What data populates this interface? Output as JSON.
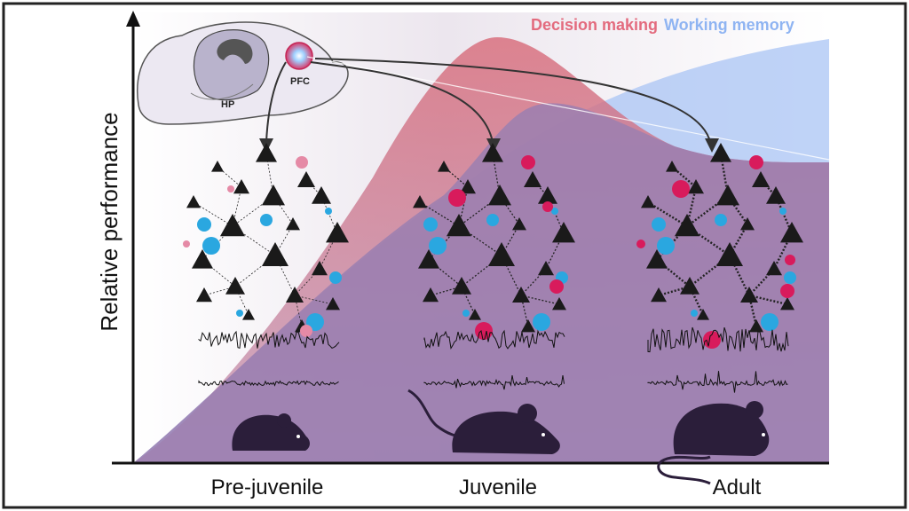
{
  "legend": {
    "decision_label": "Decision making",
    "working_label": "Working memory",
    "decision_color": "#e36b7e",
    "working_color": "#8fb4f2"
  },
  "y_axis_label": "Relative performance",
  "brain": {
    "hp_label": "HP",
    "pfc_label": "PFC"
  },
  "stages": [
    {
      "label": "Pre-juvenile"
    },
    {
      "label": "Juvenile"
    },
    {
      "label": "Adult"
    }
  ],
  "colors": {
    "neuron": "#1a1a1a",
    "interneuron_blue": "#2aa7e0",
    "interneuron_pink_young": "#e58aa6",
    "interneuron_pink": "#d81b5c",
    "mouse": "#2b1e3a",
    "overlap": "#9a7cae"
  }
}
